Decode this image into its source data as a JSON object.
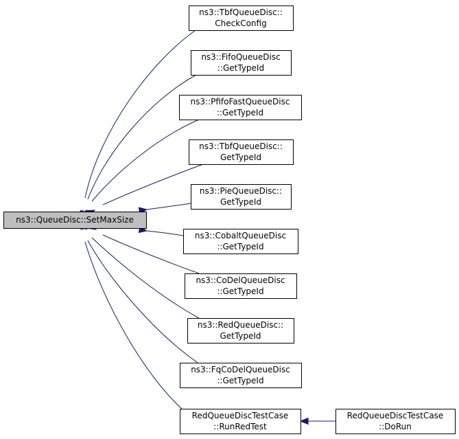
{
  "graph": {
    "root": {
      "id": "setmaxsize",
      "lines": [
        "ns3::QueueDisc::SetMaxSize"
      ]
    },
    "callers": [
      {
        "id": "tbf-checkconfig",
        "lines": [
          "ns3::TbfQueueDisc::",
          "CheckConfig"
        ]
      },
      {
        "id": "fifo-gettypeid",
        "lines": [
          "ns3::FifoQueueDisc",
          "::GetTypeId"
        ]
      },
      {
        "id": "pfifofast-gettypeid",
        "lines": [
          "ns3::PfifoFastQueueDisc",
          "::GetTypeId"
        ]
      },
      {
        "id": "tbf-gettypeid",
        "lines": [
          "ns3::TbfQueueDisc::",
          "GetTypeId"
        ]
      },
      {
        "id": "pie-gettypeid",
        "lines": [
          "ns3::PieQueueDisc::",
          "GetTypeId"
        ]
      },
      {
        "id": "cobalt-gettypeid",
        "lines": [
          "ns3::CobaltQueueDisc",
          "::GetTypeId"
        ]
      },
      {
        "id": "codel-gettypeid",
        "lines": [
          "ns3::CoDelQueueDisc",
          "::GetTypeId"
        ]
      },
      {
        "id": "red-gettypeid",
        "lines": [
          "ns3::RedQueueDisc::",
          "GetTypeId"
        ]
      },
      {
        "id": "fqcodel-gettypeid",
        "lines": [
          "ns3::FqCoDelQueueDisc",
          "::GetTypeId"
        ]
      },
      {
        "id": "redtest-runredtest",
        "lines": [
          "RedQueueDiscTestCase",
          "::RunRedTest"
        ]
      }
    ],
    "secondary": [
      {
        "id": "redtest-dorun",
        "lines": [
          "RedQueueDiscTestCase",
          "::DoRun"
        ],
        "calls": "redtest-runredtest"
      }
    ],
    "colors": {
      "edge": "#191970",
      "root_fill": "#bfbfbf",
      "node_fill": "#ffffff",
      "border": "#000000"
    }
  }
}
